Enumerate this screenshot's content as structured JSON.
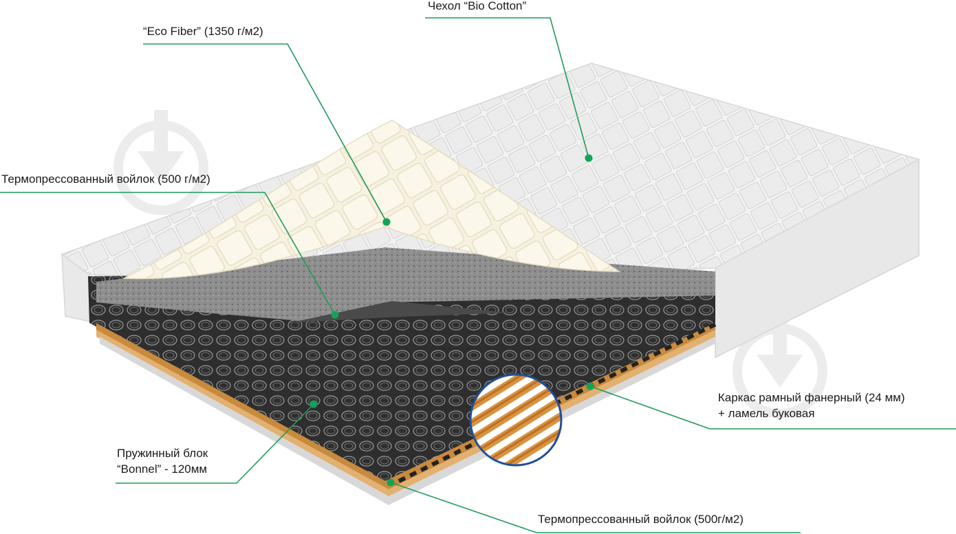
{
  "colors": {
    "leader_line": "#1e9a5a",
    "dot": "#12a35a",
    "text": "#1a1a1a",
    "cover": "#eeeeee",
    "eco_fiber": "#f6f0df",
    "felt": "#8a8a8a",
    "springs": "#3a3a3a",
    "plywood": "#c88a3c"
  },
  "labels": {
    "bio_cotton": "Чехол “Bio Cotton”",
    "eco_fiber": "“Eco Fiber” (1350 г/м2)",
    "felt_top": "Термопрессованный войлок (500 г/м2)",
    "frame_line1": "Каркас рамный фанерный (24 мм)",
    "frame_line2": "+ ламель буковая",
    "spring_line1": "Пружинный блок",
    "spring_line2": "“Bonnel” - 120мм",
    "felt_bottom": "Термопрессованный войлок (500г/м2)"
  },
  "icons": {
    "watermark_left": "download-arrow-icon",
    "watermark_right": "download-arrow-icon",
    "callout_circle": "slat-closeup-icon"
  }
}
